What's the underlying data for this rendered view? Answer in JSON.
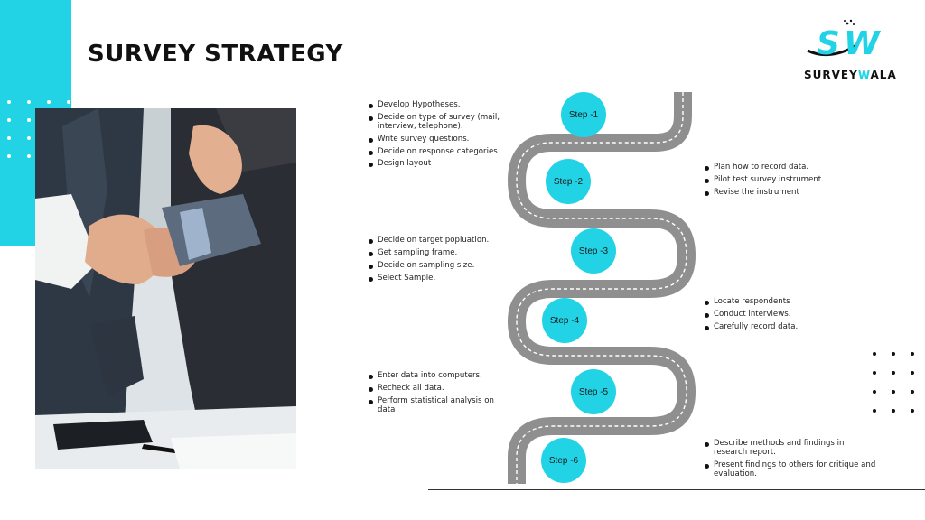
{
  "title": "SURVEY STRATEGY",
  "logo": {
    "initials": "SW",
    "name_part1": "SURVEY",
    "name_accent": "W",
    "name_part2": "ALA"
  },
  "colors": {
    "accent": "#22d3e6",
    "road": "#8f8f8f",
    "road_line": "#ffffff",
    "text": "#111111"
  },
  "steps": [
    {
      "label": "Step -1",
      "items": [
        "Develop Hypotheses.",
        "Decide on type of survey (mail, interview, telephone).",
        "Write survey questions.",
        "Decide on response categories",
        "Design layout"
      ]
    },
    {
      "label": "Step -2",
      "items": [
        "Plan how to record data.",
        "Pilot test survey instrument.",
        "Revise the instrument"
      ]
    },
    {
      "label": "Step -3",
      "items": [
        "Decide on target popluation.",
        "Get sampling frame.",
        "Decide on sampling size.",
        "Select Sample."
      ]
    },
    {
      "label": "Step -4",
      "items": [
        "Locate respondents",
        "Conduct interviews.",
        "Carefully record data."
      ]
    },
    {
      "label": "Step -5",
      "items": [
        "Enter data into computers.",
        "Recheck all data.",
        "Perform statistical analysis on data"
      ]
    },
    {
      "label": "Step -6",
      "items": [
        "Describe methods and findings in research report.",
        "Present findings to others for critique and evaluation."
      ]
    }
  ]
}
